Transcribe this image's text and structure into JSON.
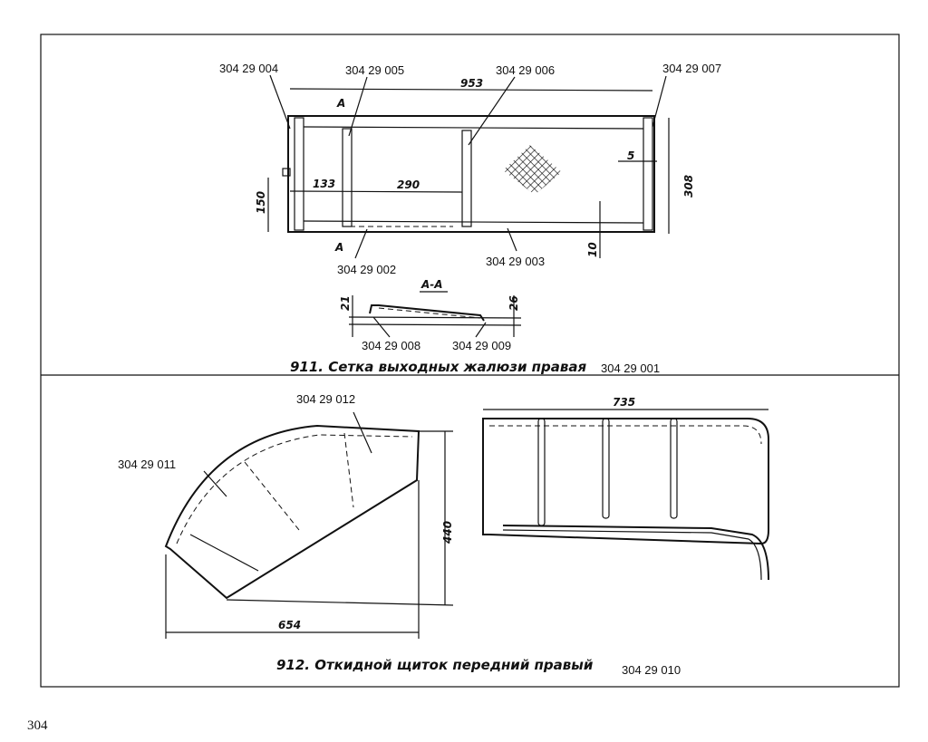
{
  "page_number": "304",
  "figure_911": {
    "title": "911. Сетка  выходных жалюзи правая",
    "part_number": "304 29 001",
    "callouts": [
      "304 29 004",
      "304 29 005",
      "304 29 006",
      "304 29 007",
      "304 29 002",
      "304 29 003",
      "304 29 008",
      "304 29 009"
    ],
    "dimensions": {
      "overall_length": "953",
      "height": "308",
      "offset_133": "133",
      "width_290": "290",
      "height_150": "150",
      "gap_5": "5",
      "gap_10": "10",
      "section_21": "21",
      "section_26": "26"
    },
    "section_mark": "A",
    "section_title": "A-A"
  },
  "figure_912": {
    "title": "912. Откидной щиток передний правый",
    "part_number": "304 29 010",
    "callouts": [
      "304 29 012",
      "304 29 011"
    ],
    "dimensions": {
      "height": "440",
      "width": "654",
      "length": "735"
    }
  }
}
